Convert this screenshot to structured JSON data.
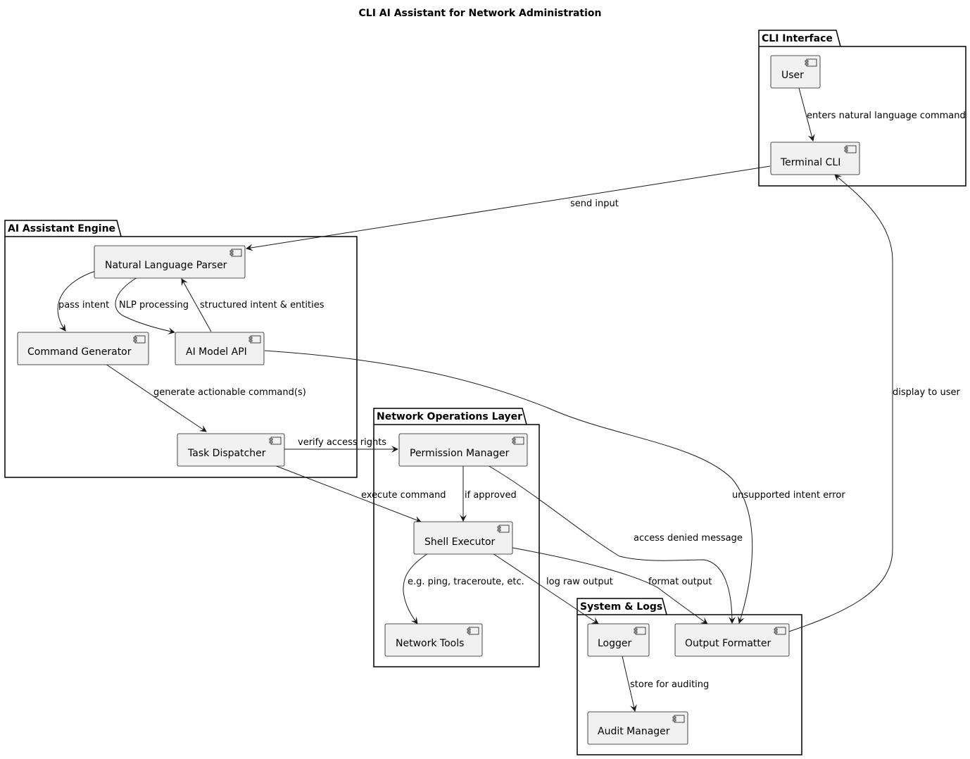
{
  "title": "CLI AI Assistant for Network Administration",
  "packages": {
    "cli": "CLI Interface",
    "ai": "AI Assistant Engine",
    "net": "Network Operations Layer",
    "sys": "System & Logs"
  },
  "components": {
    "user": "User",
    "terminal": "Terminal CLI",
    "nlp": "Natural Language Parser",
    "cmdgen": "Command Generator",
    "aiapi": "AI Model API",
    "dispatcher": "Task Dispatcher",
    "perm": "Permission Manager",
    "shell": "Shell Executor",
    "tools": "Network Tools",
    "logger": "Logger",
    "formatter": "Output Formatter",
    "audit": "Audit Manager"
  },
  "edges": {
    "user_terminal": "enters natural language command",
    "terminal_nlp": "send input",
    "nlp_cmdgen": "pass intent",
    "nlp_aiapi": "NLP processing",
    "aiapi_nlp": "structured intent & entities",
    "cmdgen_dispatcher": "generate actionable command(s)",
    "dispatcher_perm": "verify access rights",
    "dispatcher_shell": "execute command",
    "perm_shell": "if approved",
    "perm_formatter": "access denied message",
    "aiapi_formatter": "unsupported intent error",
    "shell_tools": "e.g. ping, traceroute, etc.",
    "shell_logger": "log raw output",
    "shell_formatter": "format output",
    "logger_audit": "store for auditing",
    "formatter_terminal": "display to user"
  }
}
